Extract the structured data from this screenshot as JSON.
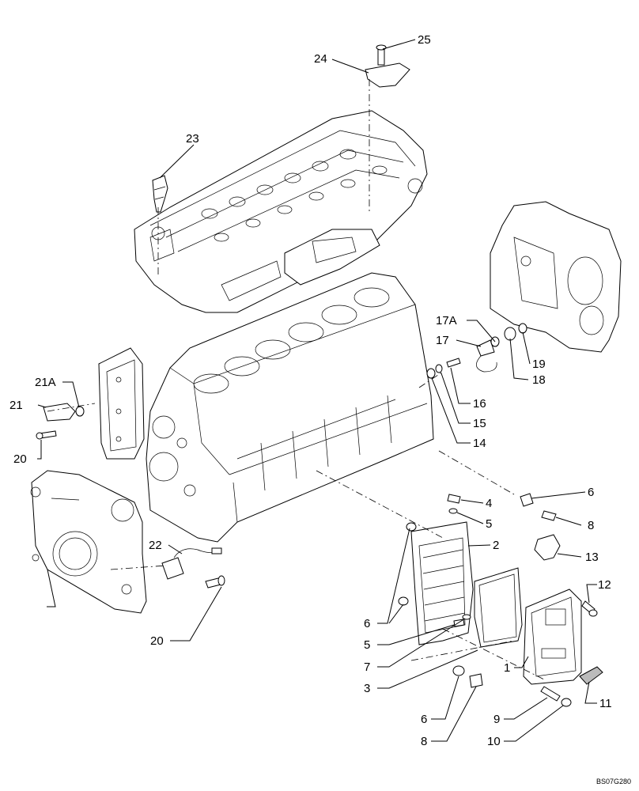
{
  "callouts": [
    "25",
    "24",
    "23",
    "17A",
    "17",
    "19",
    "18",
    "16",
    "15",
    "14",
    "21A",
    "21",
    "20",
    "6",
    "4",
    "5",
    "8",
    "2",
    "13",
    "22",
    "12",
    "20",
    "6",
    "5",
    "7",
    "1",
    "3",
    "11",
    "6",
    "9",
    "8",
    "10"
  ],
  "drawing_code": "BS07G280"
}
